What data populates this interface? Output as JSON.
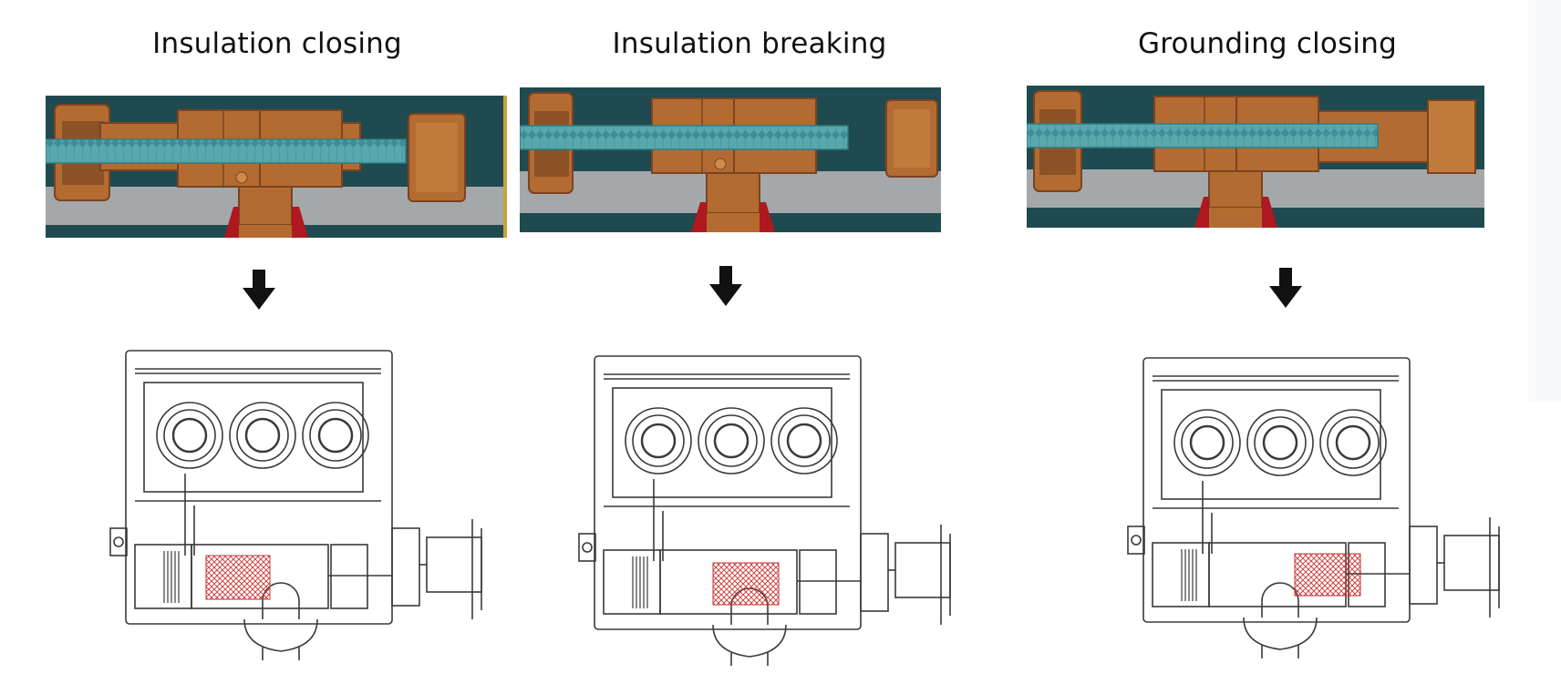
{
  "colors": {
    "background": "#ffffff",
    "housing": "#1f4a4f",
    "copper": "#b36b32",
    "copper_dark": "#7a4420",
    "copper_light": "#cf8a4a",
    "screw": "#57a7ad",
    "screw_dark": "#2f7d84",
    "base": "#a4a8aa",
    "insulator": "#b01820",
    "arrow": "#111111",
    "line": "#3a3a3a",
    "hatch": "#cc3333"
  },
  "panels": [
    {
      "title": "Insulation closing"
    },
    {
      "title": "Insulation breaking"
    },
    {
      "title": "Grounding closing"
    }
  ]
}
